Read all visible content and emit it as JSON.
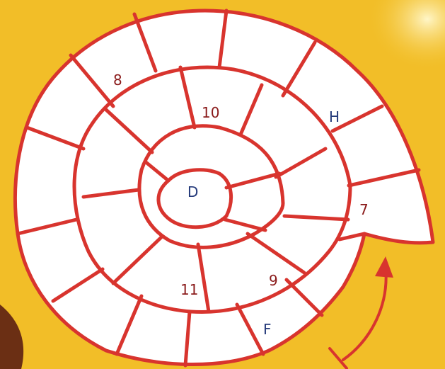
{
  "diagram": {
    "board_color": "#ffffff",
    "line_color": "#d8342e",
    "background_color": "#f3c22c",
    "arrow_color": "#d8342e",
    "labels": {
      "center": "D",
      "l8": "8",
      "l10": "10",
      "lH": "H",
      "l7": "7",
      "l9": "9",
      "l11": "11",
      "lF": "F"
    }
  }
}
